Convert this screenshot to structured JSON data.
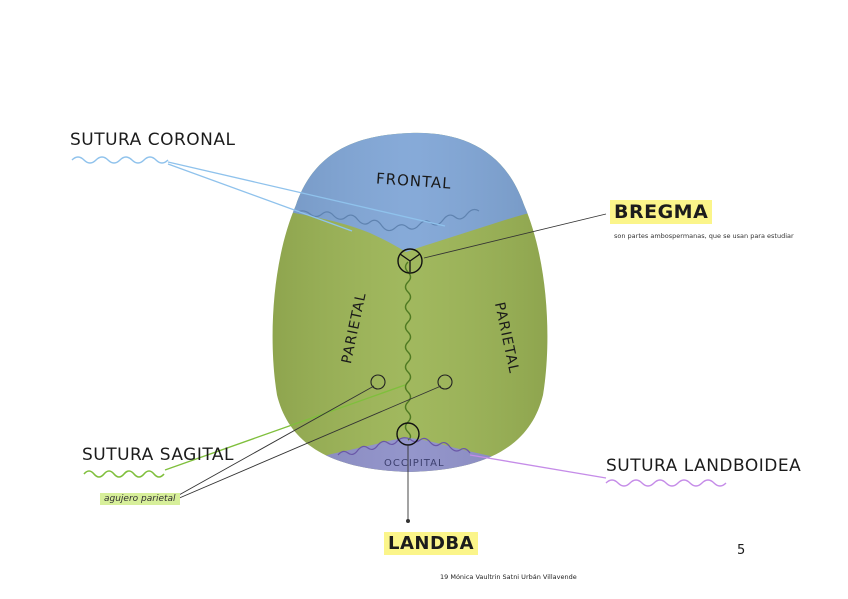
{
  "labels": {
    "coronal": "SUTURA CORONAL",
    "bregma": "BREGMA",
    "bregma_note": "son partes ambospermanas, que se usan para estudiar",
    "sagital": "SUTURA SAGITAL",
    "parietal_foramen": "agujero parietal",
    "lambdoid": "SUTURA LANDBOIDEA",
    "lambda": "LANDBA"
  },
  "bones": {
    "frontal": "FRONTAL",
    "parietal_left": "PARIETAL",
    "parietal_right": "PARIETAL",
    "occipital": "OCCIPITAL"
  },
  "footer": {
    "page_number": "5",
    "text": "19   Mónica Vaultrin Satni Urbán Villavende"
  },
  "colors": {
    "frontal": "#7fa5d6",
    "parietal": "#9bb454",
    "occipital": "#8d8fc8",
    "coronal_line": "#8fc2ec",
    "sagital_line": "#7fbf3c",
    "lambdoid_line": "#c58ce8",
    "highlight_yellow": "#fbf58a",
    "highlight_green": "#d7ef9a"
  }
}
